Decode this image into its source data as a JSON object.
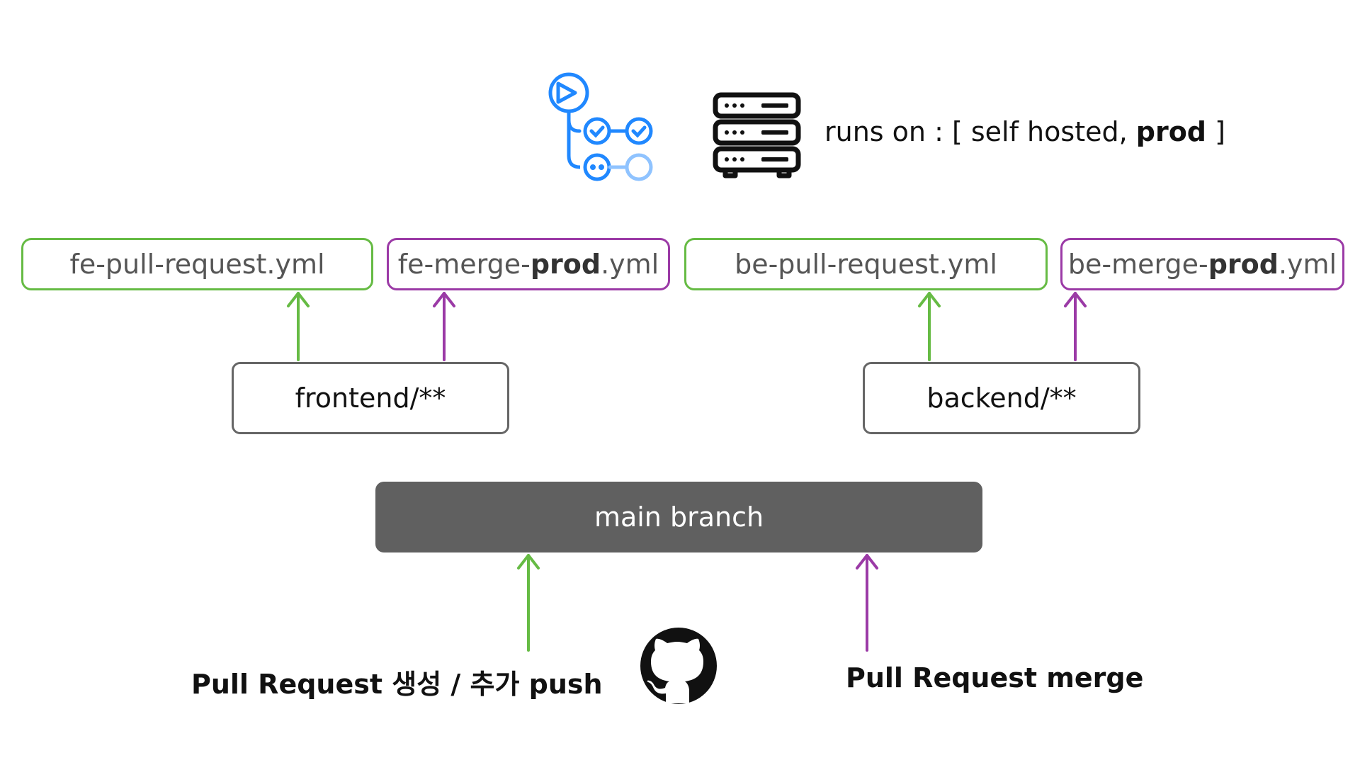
{
  "runs_on": {
    "prefix": "runs on : [ self hosted, ",
    "bold": "prod",
    "suffix": " ]"
  },
  "workflows": {
    "fe_pr": "fe-pull-request.yml",
    "fe_merge": {
      "pre": "fe-merge-",
      "bold": "prod",
      "post": ".yml"
    },
    "be_pr": "be-pull-request.yml",
    "be_merge": {
      "pre": "be-merge-",
      "bold": "prod",
      "post": ".yml"
    }
  },
  "paths": {
    "frontend": "frontend/**",
    "backend": "backend/**"
  },
  "main_branch": "main branch",
  "triggers": {
    "pr_create": "Pull Request 생성 / 추가 push",
    "pr_merge": "Pull Request merge"
  },
  "icons": [
    "github-actions-icon",
    "server-icon",
    "github-icon"
  ],
  "colors": {
    "pr": "#66bb44",
    "merge": "#9b3aa6",
    "branch": "#606060",
    "actions": "#2088ff"
  }
}
